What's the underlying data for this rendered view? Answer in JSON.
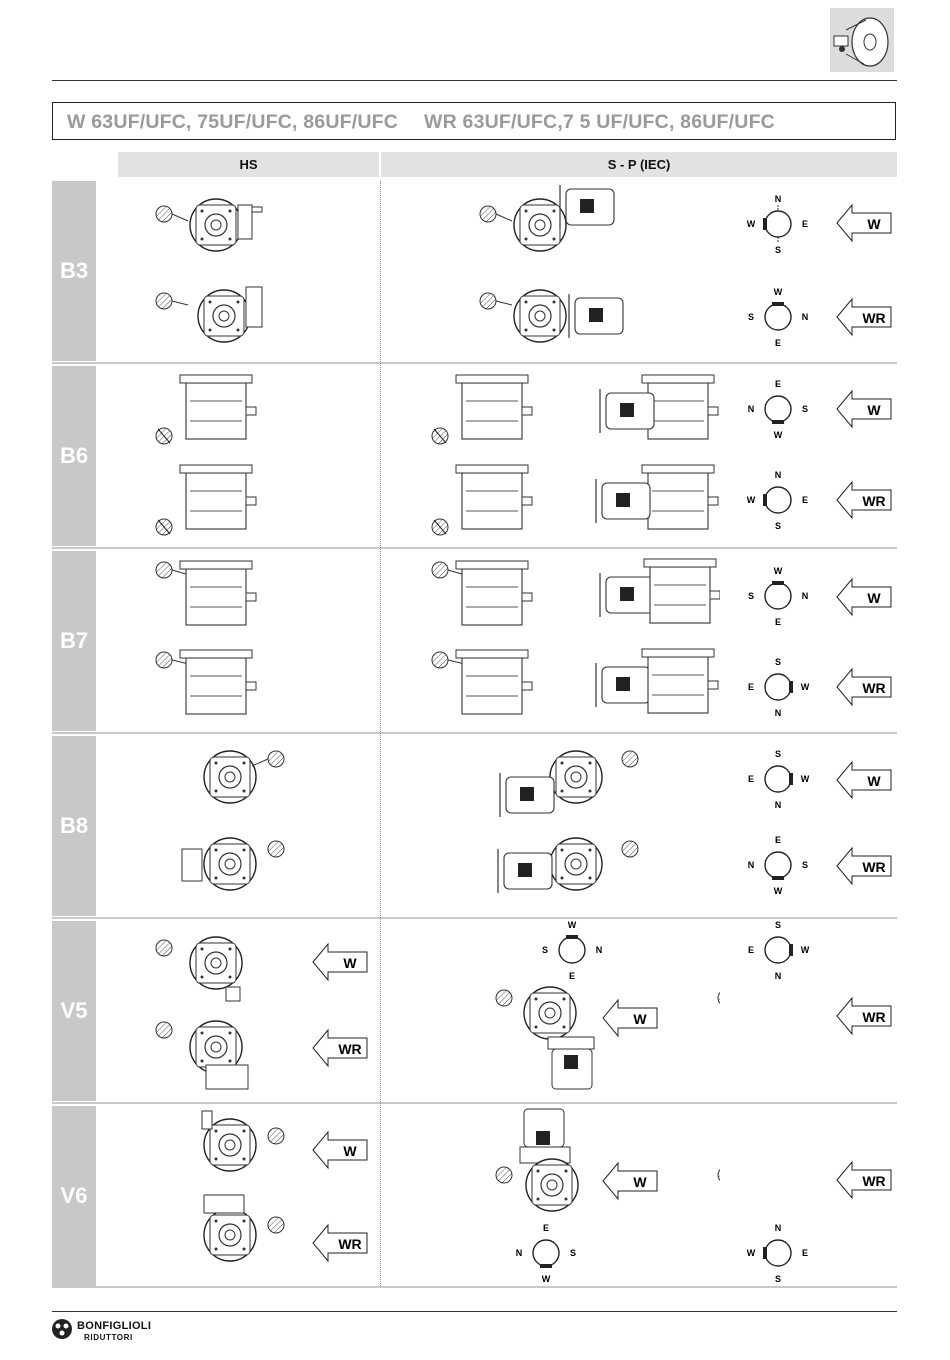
{
  "header": {
    "title_left": "W 63UF/UFC, 75UF/UFC, 86UF/UFC",
    "title_right": "WR 63UF/UFC,7 5 UF/UFC, 86UF/UFC"
  },
  "columns": {
    "hs": "HS",
    "sp": "S - P (IEC)"
  },
  "rows": [
    {
      "label": "B3"
    },
    {
      "label": "B6"
    },
    {
      "label": "B7"
    },
    {
      "label": "B8"
    },
    {
      "label": "V5"
    },
    {
      "label": "V6"
    }
  ],
  "tags": {
    "w": "W",
    "wr": "WR"
  },
  "compasses": [
    {
      "top": "N",
      "left": "W",
      "right": "E",
      "bottom": "S"
    },
    {
      "top": "W",
      "left": "S",
      "right": "N",
      "bottom": "E"
    },
    {
      "top": "E",
      "left": "N",
      "right": "S",
      "bottom": "W"
    },
    {
      "top": "N",
      "left": "W",
      "right": "E",
      "bottom": "S"
    },
    {
      "top": "W",
      "left": "S",
      "right": "N",
      "bottom": "E"
    },
    {
      "top": "S",
      "left": "E",
      "right": "W",
      "bottom": "N"
    },
    {
      "top": "S",
      "left": "E",
      "right": "W",
      "bottom": "N"
    },
    {
      "top": "E",
      "left": "N",
      "right": "S",
      "bottom": "W"
    },
    {
      "top": "W",
      "left": "S",
      "right": "N",
      "bottom": "E"
    },
    {
      "top": "S",
      "left": "E",
      "right": "W",
      "bottom": "N"
    },
    {
      "top": "E",
      "left": "N",
      "right": "S",
      "bottom": "W"
    },
    {
      "top": "N",
      "left": "W",
      "right": "E",
      "bottom": "S"
    }
  ],
  "footer": {
    "brand": "BONFIGLIOLI",
    "sub": "RIDUTTORI"
  }
}
